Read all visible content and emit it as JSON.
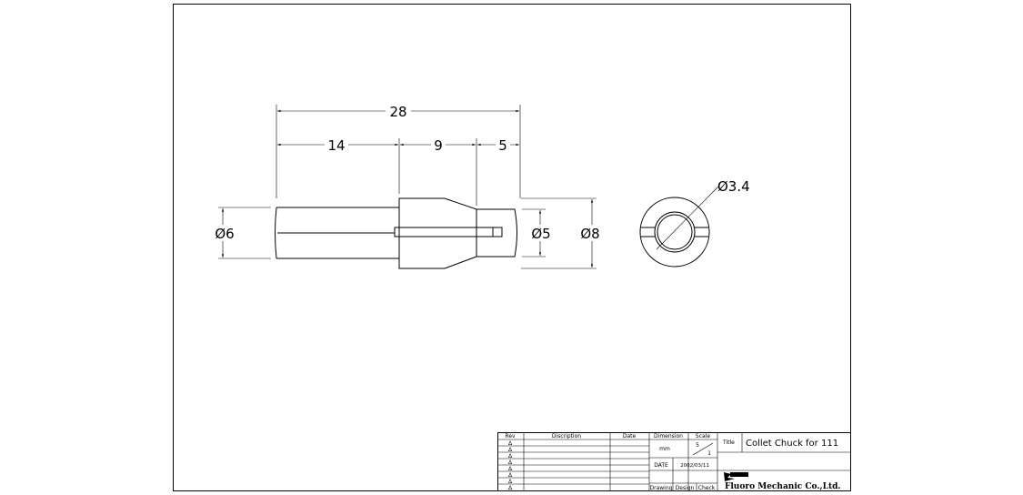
{
  "dimensions": {
    "overall_length": "28",
    "length_a": "14",
    "length_b": "9",
    "length_c": "5",
    "shank_dia": "Ø6",
    "tip_dia": "Ø5",
    "body_dia": "Ø8",
    "bore_dia": "Ø3.4"
  },
  "title_block": {
    "headers": {
      "rev": "Rev",
      "description": "Discription",
      "date": "Date",
      "dimension": "Dimension",
      "scale": "Scale",
      "title": "Title"
    },
    "rev_symbol": "Δ",
    "units": "mm",
    "scale_num": "5",
    "scale_den": "1",
    "date_label": "DATE",
    "date_value": "2002/03/11",
    "title_value": "Collet Chuck for 111",
    "drawing_label": "Drawing",
    "design_label": "Design",
    "check_label": "Check",
    "company": "Fluoro Mechanic Co.,Ltd."
  },
  "colors": {
    "line": "#000000",
    "background": "#ffffff"
  }
}
